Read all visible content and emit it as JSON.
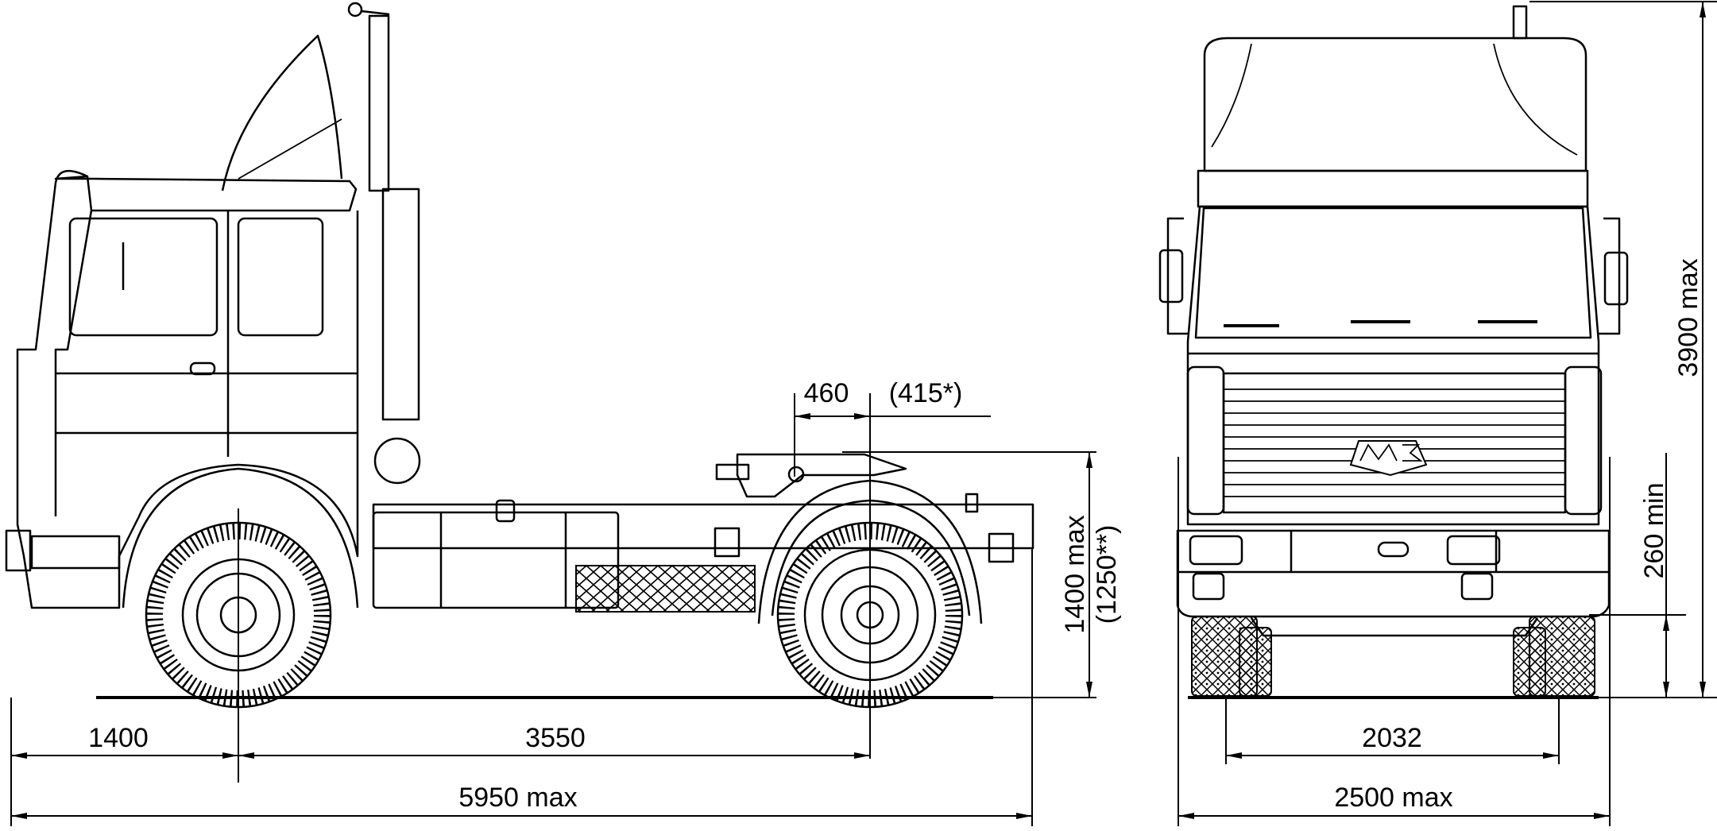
{
  "drawing": {
    "logo": "МАЗ",
    "side_view": {
      "front_overhang": "1400",
      "wheelbase": "3550",
      "overall_length": "5950 max",
      "fifth_wheel_offset": "460",
      "fifth_wheel_offset_alt": "(415*)",
      "fifth_wheel_height": "1400 max",
      "fifth_wheel_height_alt": "(1250**)"
    },
    "front_view": {
      "track": "2032",
      "overall_width": "2500 max",
      "ground_clearance": "260 min",
      "overall_height": "3900 max"
    }
  }
}
